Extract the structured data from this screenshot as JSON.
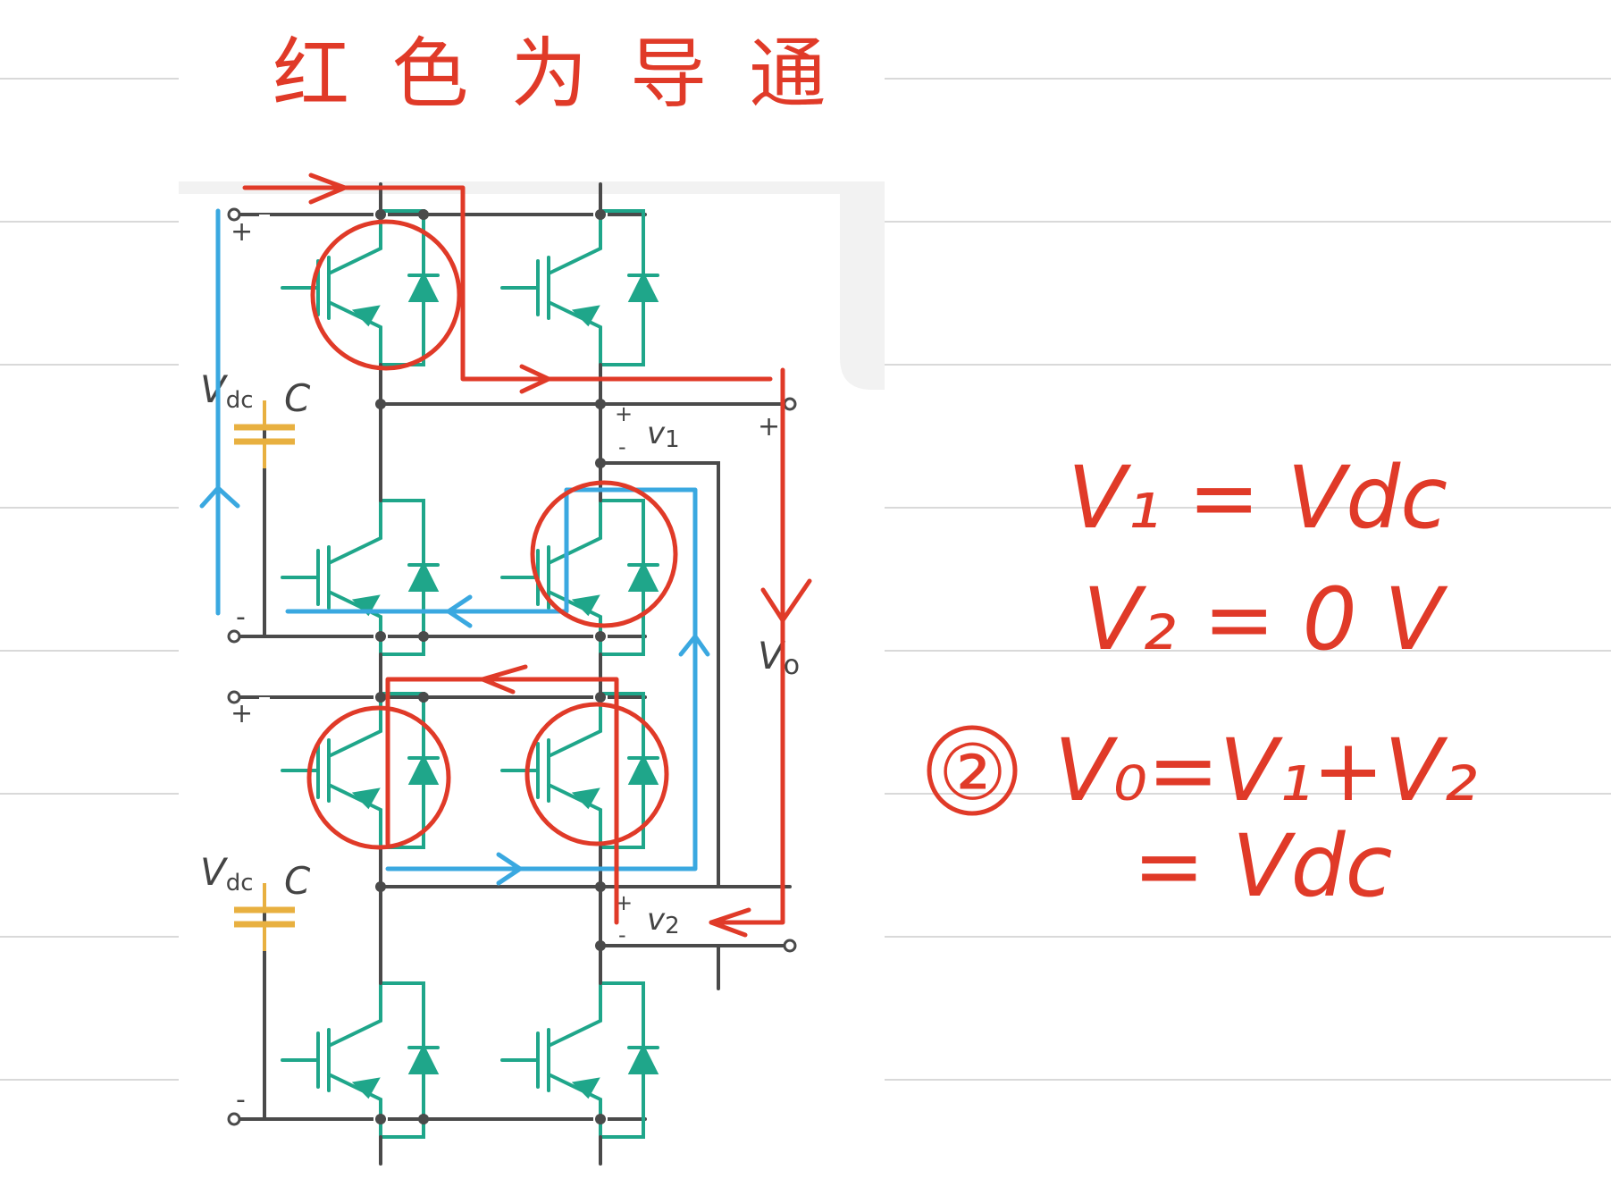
{
  "title": "红 色 为 导 通",
  "colors": {
    "wire": "#4a4a4a",
    "device": "#1fa68a",
    "capacitor": "#e8b040",
    "annotation_red": "#e03a28",
    "annotation_blue": "#3aa8e0",
    "ruled_line": "#d9d9d9"
  },
  "cells": [
    {
      "plus_label": "+",
      "minus_label": "-",
      "vdc_main": "V",
      "vdc_sub": "dc",
      "cap_label": "C",
      "vout_plus": "+",
      "vout_minus": "-",
      "vout_main": "v",
      "vout_sub": "1"
    },
    {
      "plus_label": "+",
      "minus_label": "-",
      "vdc_main": "V",
      "vdc_sub": "dc",
      "cap_label": "C",
      "vout_plus": "+",
      "vout_minus": "-",
      "vout_main": "v",
      "vout_sub": "2"
    }
  ],
  "output": {
    "plus": "+",
    "minus": "-",
    "vo_main": "V",
    "vo_sub": "o"
  },
  "equations": {
    "line1": "V₁ = Vdc",
    "line2": "V₂ = 0 V",
    "step_mark": "②",
    "line3": "V₀=V₁+V₂",
    "line4": "= Vdc"
  }
}
